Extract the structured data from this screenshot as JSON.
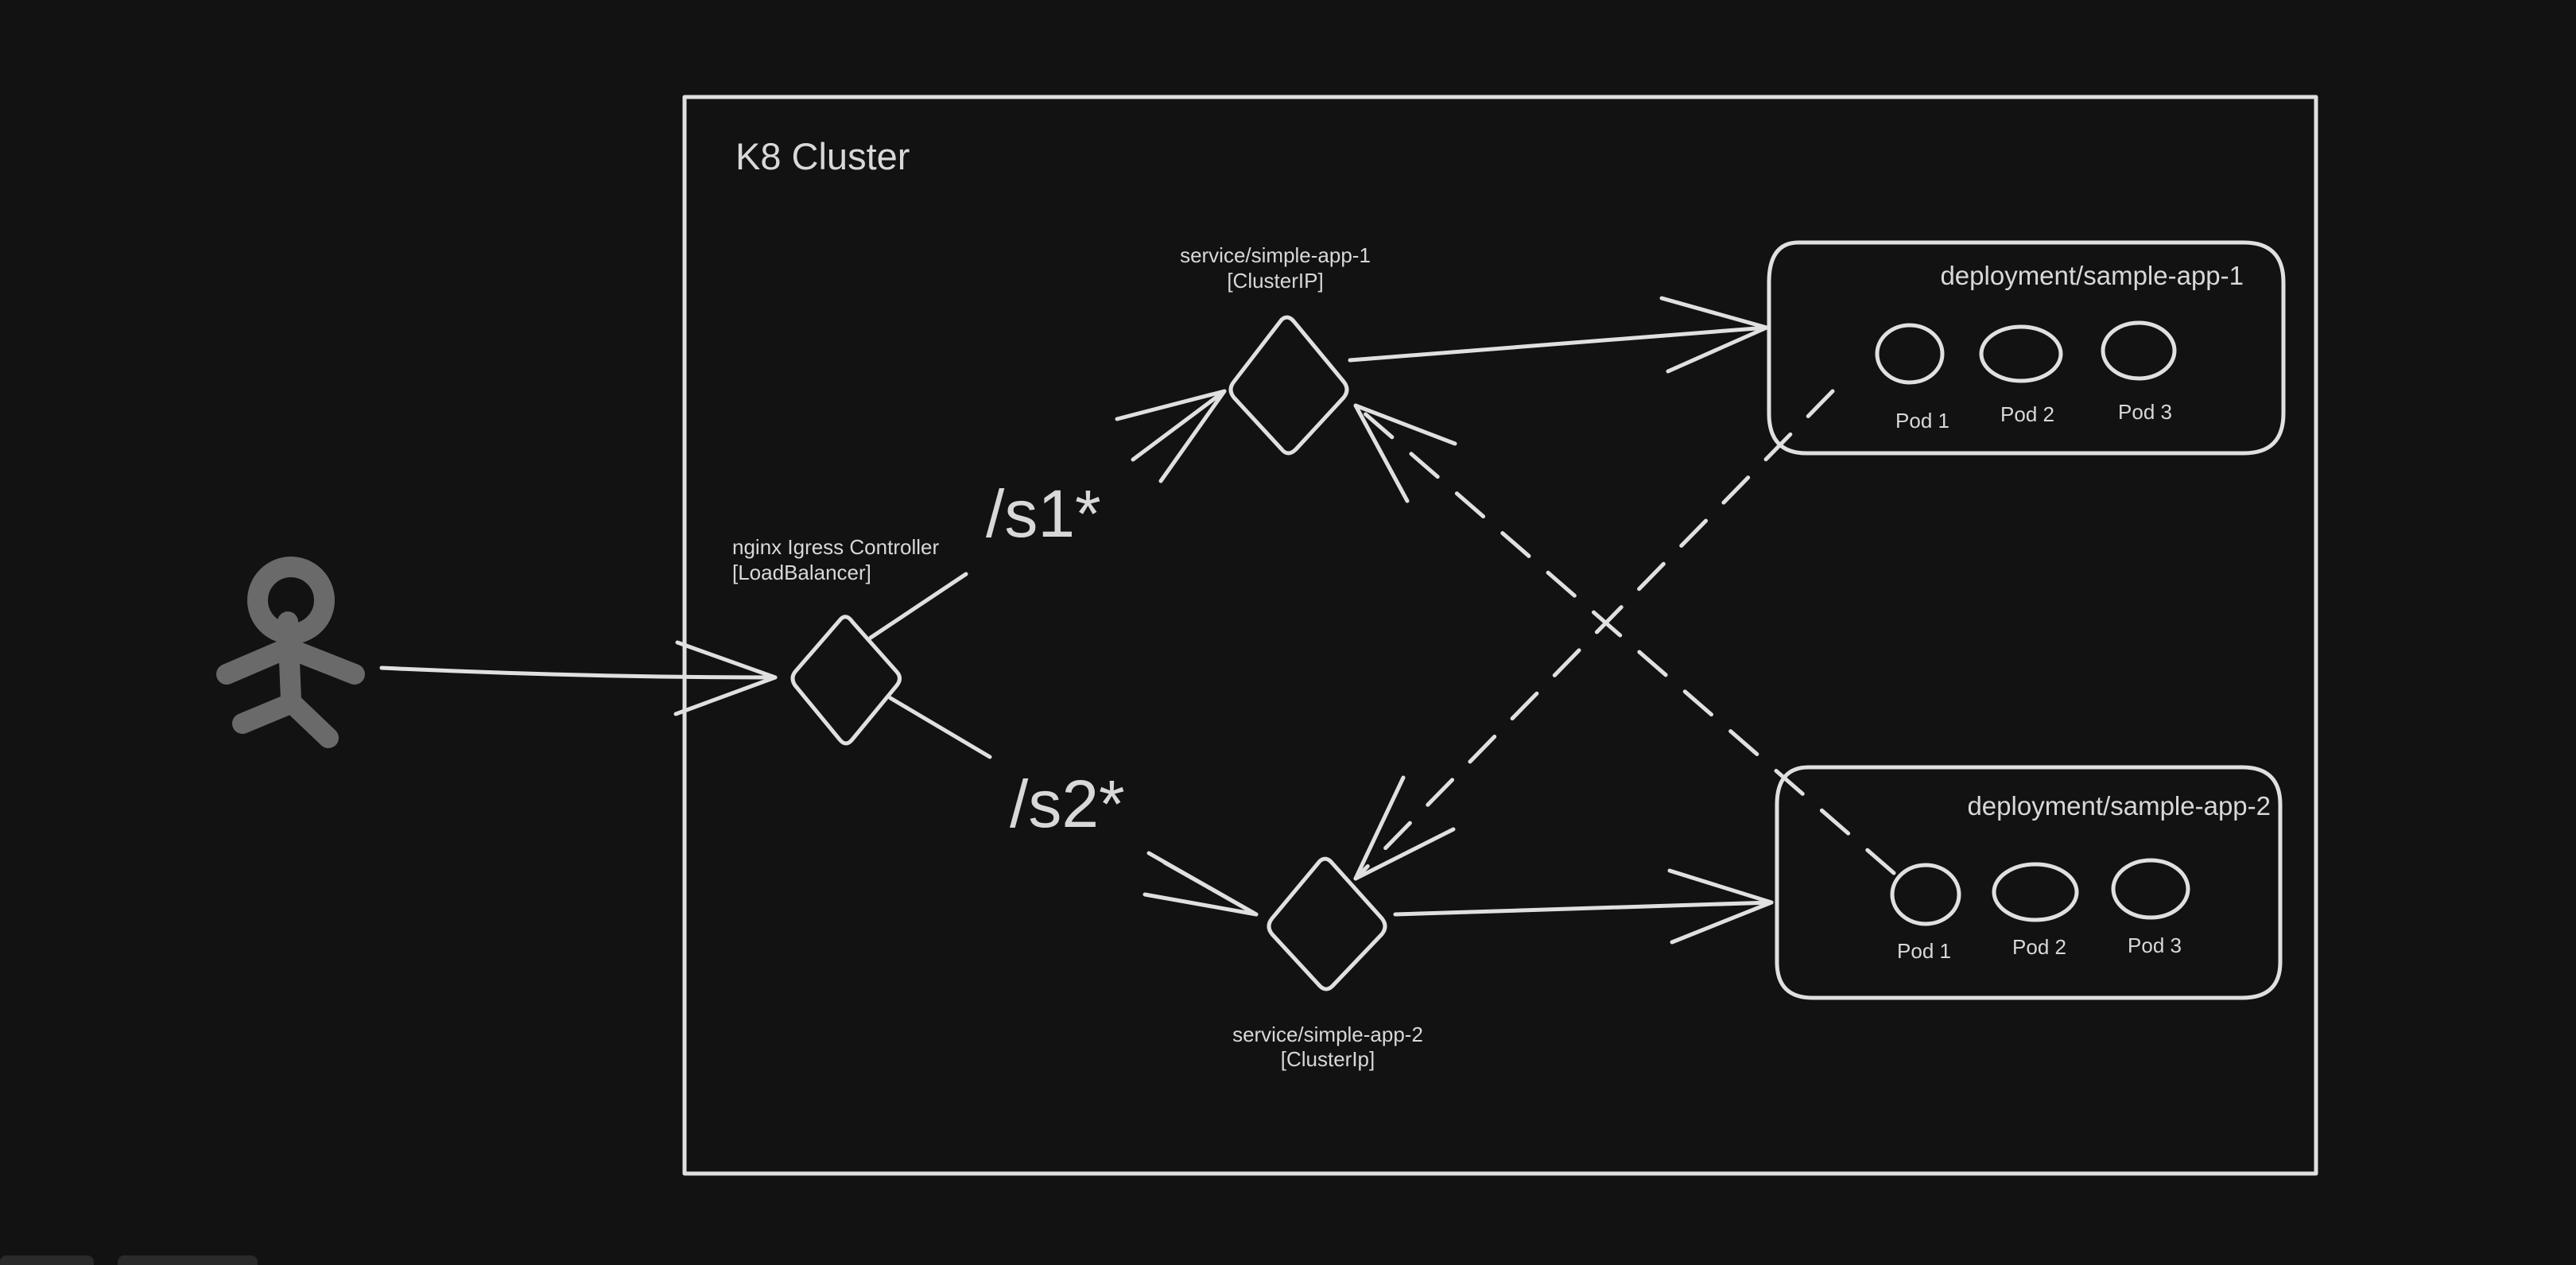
{
  "colors": {
    "background": "#121212",
    "stroke": "#e0e0e0",
    "text": "#d8d8d8",
    "user_figure": "#6a6a6a"
  },
  "cluster": {
    "title": "K8 Cluster"
  },
  "ingress": {
    "name": "nginx Igress Controller",
    "type": "[LoadBalancer]"
  },
  "routes": {
    "s1": "/s1*",
    "s2": "/s2*"
  },
  "service1": {
    "name": "service/simple-app-1",
    "type": "[ClusterIP]"
  },
  "service2": {
    "name": "service/simple-app-2",
    "type": "[ClusterIp]"
  },
  "deployment1": {
    "name": "deployment/sample-app-1",
    "pods": [
      "Pod 1",
      "Pod 2",
      "Pod 3"
    ]
  },
  "deployment2": {
    "name": "deployment/sample-app-2",
    "pods": [
      "Pod 1",
      "Pod 2",
      "Pod 3"
    ]
  },
  "icons": {
    "user": "stick-figure-user-icon"
  }
}
